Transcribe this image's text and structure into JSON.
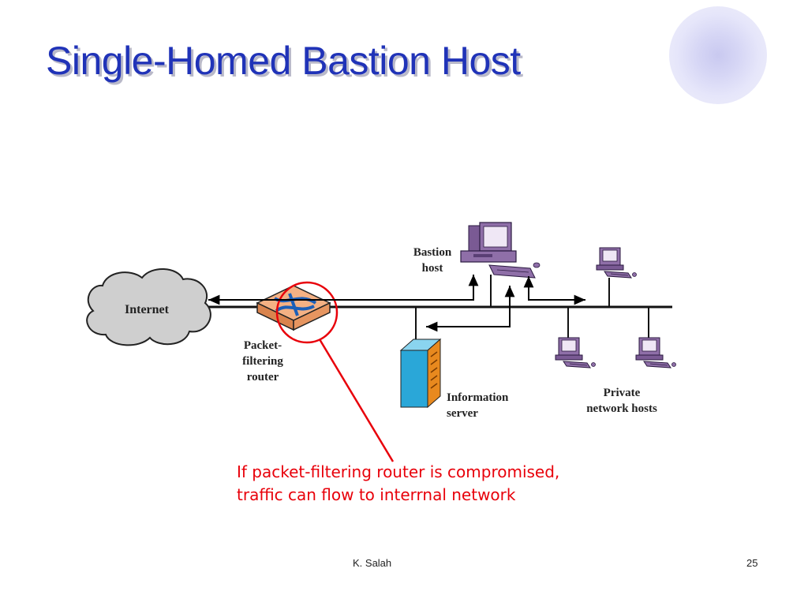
{
  "slide": {
    "title": "Single-Homed Bastion Host",
    "footer_author": "K. Salah",
    "page_number": "25"
  },
  "diagram": {
    "internet_label": "Internet",
    "bastion_label": "Bastion\nhost",
    "router_label": "Packet-\nfiltering\nrouter",
    "info_server_label": "Information\nserver",
    "private_hosts_label": "Private\nnetwork hosts"
  },
  "callout": {
    "text": "If packet-filtering router is compromised,\ntraffic can flow to interrnal network",
    "color": "#e8000a"
  },
  "colors": {
    "title": "#2033b8",
    "computer": "#8f6fa8",
    "router": "#f0a070",
    "server": "#2aa7d8",
    "cloud": "#cfcfcf"
  }
}
